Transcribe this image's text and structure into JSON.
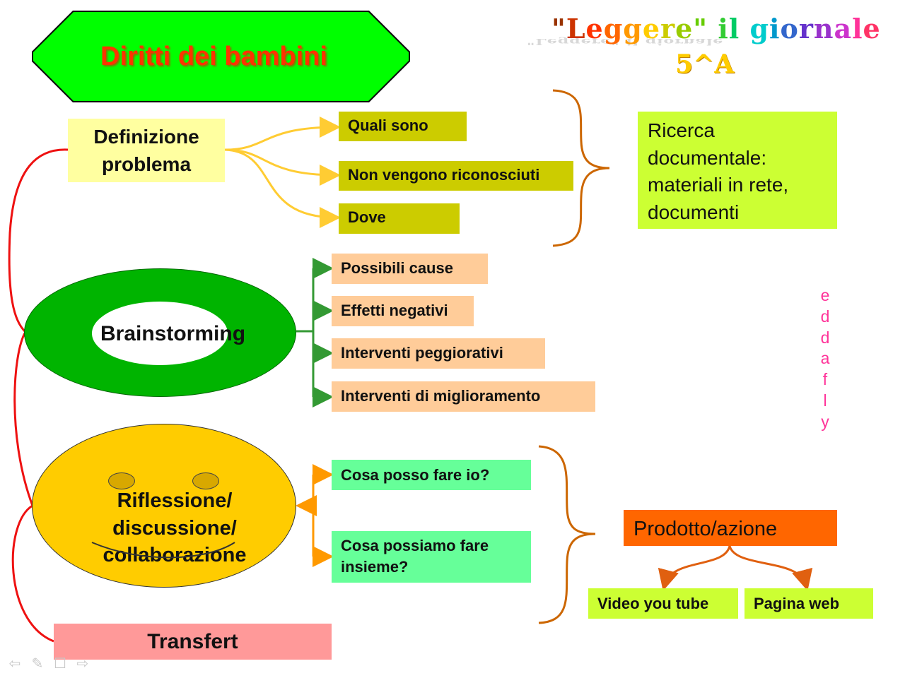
{
  "title": "Diritti dei bambini",
  "heading": {
    "project_quote": "\"Leggere\" il giornale",
    "class_label": "5^A",
    "letter_colors": [
      "#993300",
      "#cc3300",
      "#ff3300",
      "#ff6600",
      "#ff9900",
      "#ffcc00",
      "#cccc00",
      "#99cc00",
      "#66cc00",
      "#33cc33",
      "#00cc66",
      "#00cccc",
      "#0099cc",
      "#3366cc",
      "#6633cc",
      "#9933cc",
      "#cc33cc",
      "#ff3399",
      "#ff3366",
      "#cc3300",
      "#ff6600"
    ]
  },
  "steps": {
    "definition": "Definizione problema",
    "brainstorming": "Brainstorming",
    "reflection": "Riflessione/ discussione/ collaborazione",
    "transfer": "Transfert"
  },
  "definition_items": [
    "Quali sono",
    "Non vengono riconosciuti",
    "Dove"
  ],
  "research_box": "Ricerca documentale: materiali in rete, documenti",
  "brainstorm_items": [
    "Possibili cause",
    "Effetti negativi",
    "Interventi peggiorativi",
    "Interventi di miglioramento"
  ],
  "reflection_items": [
    "Cosa posso fare io?",
    "Cosa possiamo fare insieme?"
  ],
  "product": {
    "label": "Prodotto/azione",
    "outputs": [
      "Video you tube",
      "Pagina web"
    ]
  },
  "signature": [
    "e",
    "d",
    "d",
    "a",
    "f",
    "l",
    "y"
  ],
  "nav_icons": [
    "back-arrow-icon",
    "pen-icon",
    "menu-icon",
    "forward-arrow-icon"
  ],
  "colors": {
    "title_fill": "#00ff00",
    "title_text": "#ff3300",
    "definition_box": "#ffffa0",
    "definition_items": "#cccc00",
    "research_box": "#ccff33",
    "brainstorm_ring": "#00b400",
    "brainstorm_items": "#ffcc99",
    "reflection_face": "#ffcc00",
    "reflection_items": "#66ff99",
    "transfer_box": "#ff9999",
    "product_box": "#ff6600",
    "output_boxes": "#ccff33",
    "spine_line": "#ee1111",
    "definition_arrows": "#ffcc33",
    "brainstorm_arrows": "#339933",
    "reflection_arrows": "#ff9900",
    "brackets": "#cc6600",
    "signature": "#ff3399"
  }
}
